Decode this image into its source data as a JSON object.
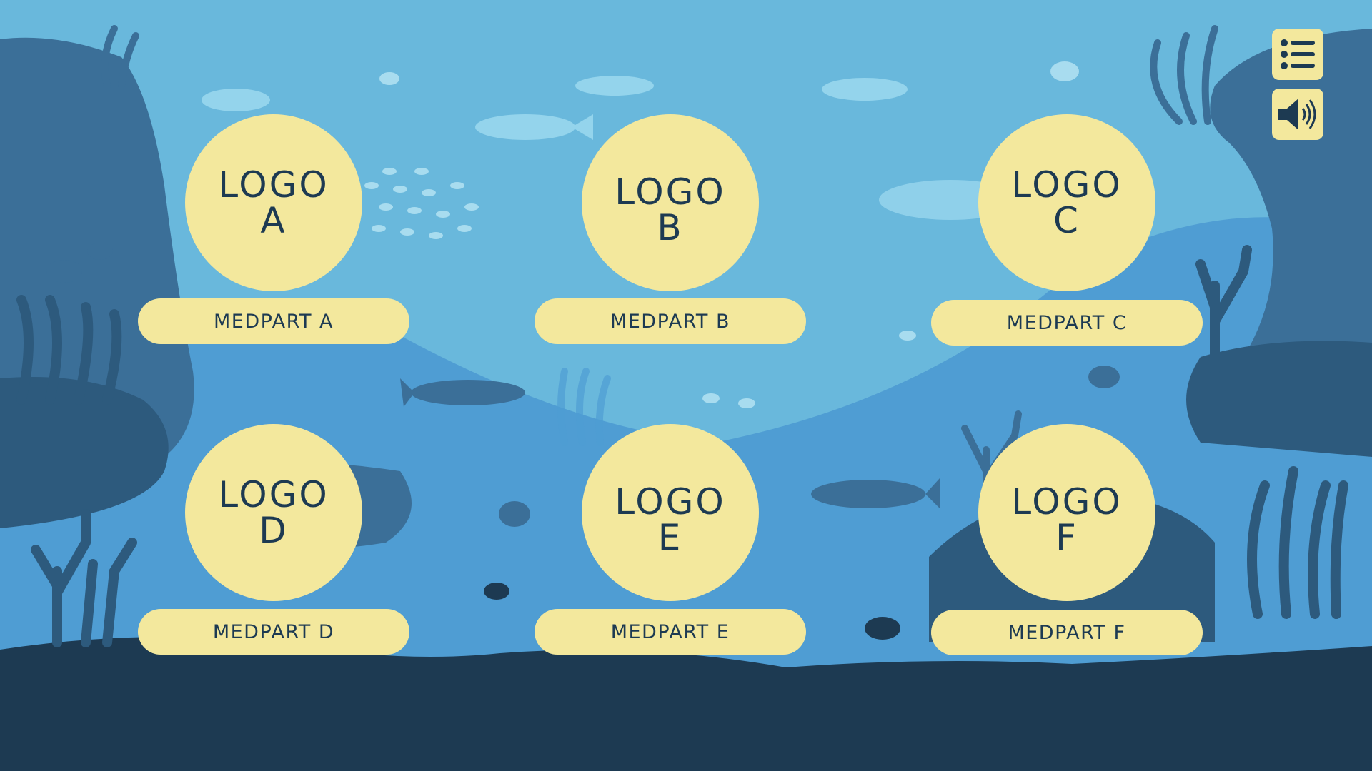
{
  "colors": {
    "water": "#69b8dc",
    "water_mid": "#4f9dd3",
    "rock_dark": "#3b6f98",
    "rock_deep": "#2d5a7d",
    "sea_floor": "#1d3a52",
    "silhouette_light": "#94d4ec",
    "card": "#f3e89d",
    "card_text": "#1d3a52"
  },
  "toolbar": {
    "menu_icon": "list-icon",
    "sound_icon": "speaker-icon"
  },
  "partners": [
    {
      "logo_word": "LOGO",
      "logo_letter": "A",
      "name": "MEDPART A"
    },
    {
      "logo_word": "LOGO",
      "logo_letter": "B",
      "name": "MEDPART B"
    },
    {
      "logo_word": "LOGO",
      "logo_letter": "C",
      "name": "MEDPART C"
    },
    {
      "logo_word": "LOGO",
      "logo_letter": "D",
      "name": "MEDPART D"
    },
    {
      "logo_word": "LOGO",
      "logo_letter": "E",
      "name": "MEDPART E"
    },
    {
      "logo_word": "LOGO",
      "logo_letter": "F",
      "name": "MEDPART F"
    }
  ]
}
